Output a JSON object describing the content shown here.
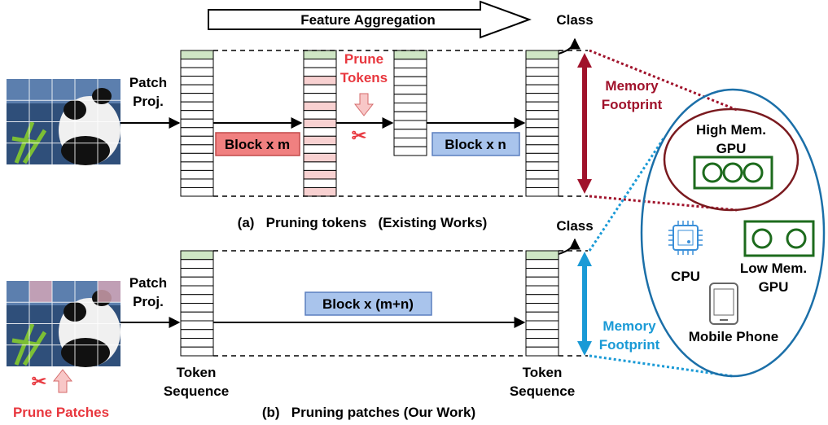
{
  "header": {
    "feature_aggregation": "Feature Aggregation",
    "class_top": "Class",
    "class_bottom": "Class"
  },
  "top": {
    "patch_proj_line1": "Patch",
    "patch_proj_line2": "Proj.",
    "block_m": "Block x m",
    "prune_tokens_line1": "Prune",
    "prune_tokens_line2": "Tokens",
    "block_n": "Block x n",
    "memory_line1": "Memory",
    "memory_line2": "Footprint",
    "caption": "(a)   Pruning tokens   (Existing Works)"
  },
  "bottom": {
    "patch_proj_line1": "Patch",
    "patch_proj_line2": "Proj.",
    "block_mn": "Block x (m+n)",
    "token_seq_left_line1": "Token",
    "token_seq_left_line2": "Sequence",
    "token_seq_right_line1": "Token",
    "token_seq_right_line2": "Sequence",
    "memory_line1": "Memory",
    "memory_line2": "Footprint",
    "prune_patches": "Prune Patches",
    "caption": "(b)   Pruning patches (Our Work)"
  },
  "devices": {
    "high_mem_line1": "High Mem.",
    "high_mem_line2": "GPU",
    "cpu": "CPU",
    "low_mem_line1": "Low Mem.",
    "low_mem_line2": "GPU",
    "mobile": "Mobile Phone"
  },
  "colors": {
    "red_text": "#e8373e",
    "memory_red": "#a0122b",
    "memory_blue": "#1a9ad6",
    "ellipse_blue": "#1b6fa8",
    "gpu_green": "#1d6b1d",
    "block_red": "#f08080",
    "block_blue": "#a9c4ec",
    "token_green": "#cfe6c5",
    "token_pink": "#f8d1d1"
  }
}
